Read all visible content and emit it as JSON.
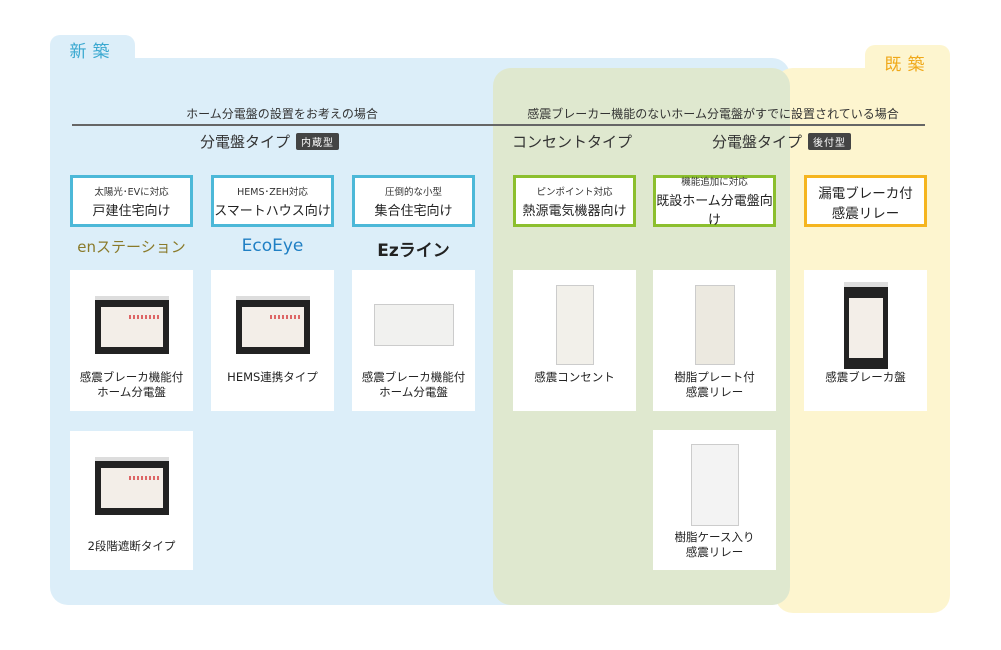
{
  "regions": {
    "new_build": "新築",
    "existing": "既築"
  },
  "sections": {
    "left": "ホーム分電盤の設置をお考えの場合",
    "right": "感震ブレーカー機能のないホーム分電盤がすでに設置されている場合"
  },
  "subheads": [
    {
      "label": "分電盤タイプ",
      "badge": "内蔵型"
    },
    {
      "label": "コンセントタイプ"
    },
    {
      "label": "分電盤タイプ",
      "badge": "後付型"
    }
  ],
  "categories": [
    {
      "small": "太陽光･EVに対応",
      "large": "戸建住宅向け"
    },
    {
      "small": "HEMS･ZEH対応",
      "large": "スマートハウス向け"
    },
    {
      "small": "圧倒的な小型",
      "large": "集合住宅向け"
    },
    {
      "small": "ピンポイント対応",
      "large": "熱源電気機器向け"
    },
    {
      "small": "機能追加に対応",
      "large": "既設ホーム分電盤向け"
    },
    {
      "large": "漏電ブレーカ付\n感震リレー"
    }
  ],
  "logos": [
    "enステーション",
    "EcoEye",
    "Ezライン"
  ],
  "products": [
    "感震ブレーカ機能付\nホーム分電盤",
    "HEMS連携タイプ",
    "感震ブレーカ機能付\nホーム分電盤",
    "感震コンセント",
    "樹脂プレート付\n感震リレー",
    "感震ブレーカ盤",
    "2段階遮断タイプ",
    "樹脂ケース入り\n感震リレー"
  ],
  "colors": {
    "blue": "#4cb8d8",
    "green": "#8cbf2e",
    "orange": "#f5b51f",
    "blue_bg": "#dceef9",
    "green_bg": "#dfe8cf",
    "yellow_bg": "#fdf5cf"
  }
}
